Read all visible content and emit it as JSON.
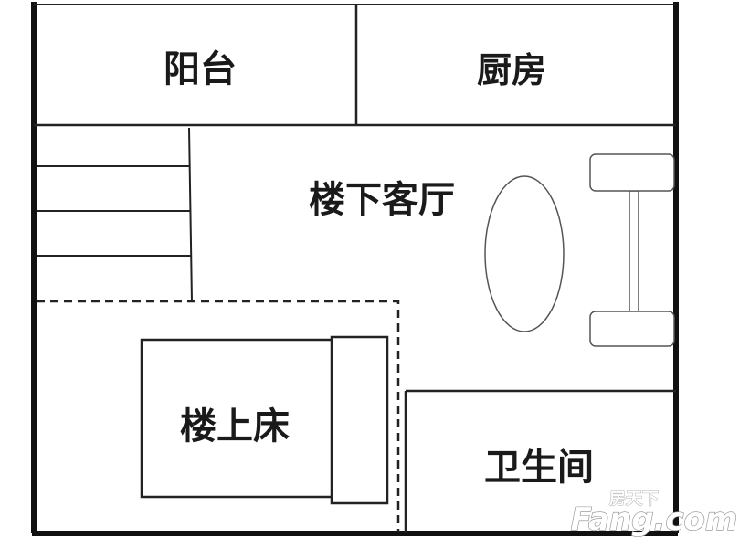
{
  "rooms": {
    "balcony": "阳台",
    "kitchen": "厨房",
    "living_room": "楼下客厅",
    "upper_bed": "楼上床",
    "bathroom": "卫生间"
  },
  "watermark": {
    "top_text": "房天下",
    "brand_text": "Fang.com",
    "color": "#ffffff"
  },
  "colors": {
    "wall": "#111111",
    "line": "#333333",
    "furniture": "#555555"
  }
}
